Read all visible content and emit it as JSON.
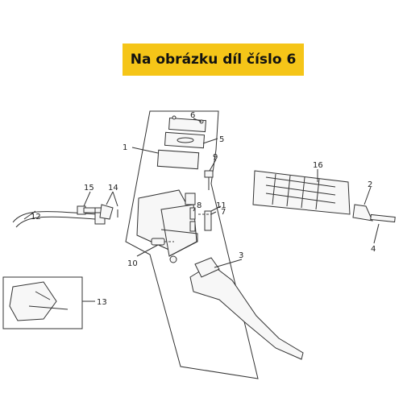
{
  "banner": {
    "text": "Na obrázku díl číslo 6",
    "background": "#f5c518"
  },
  "callouts": [
    "1",
    "2",
    "3",
    "4",
    "5",
    "6",
    "7",
    "8",
    "9",
    "10",
    "11",
    "12",
    "13",
    "14",
    "15",
    "16"
  ]
}
